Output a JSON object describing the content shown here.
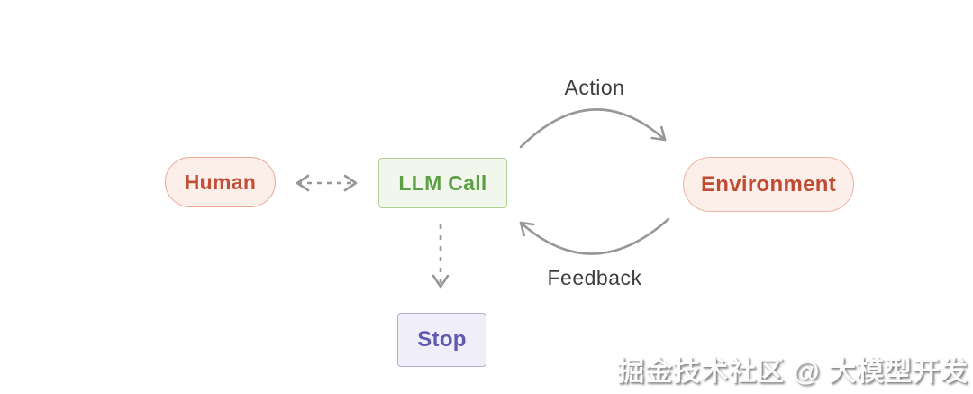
{
  "diagram": {
    "type": "flowchart",
    "nodes": [
      {
        "id": "human",
        "label": "Human",
        "shape": "pill",
        "fill": "#fcefe9",
        "border": "#e9a794",
        "text_color": "#c0503a"
      },
      {
        "id": "llm_call",
        "label": "LLM Call",
        "shape": "rect",
        "fill": "#f1f7ec",
        "border": "#aed094",
        "text_color": "#5d9f45"
      },
      {
        "id": "environment",
        "label": "Environment",
        "shape": "pill",
        "fill": "#fcefe9",
        "border": "#f0b2a1",
        "text_color": "#c04b33"
      },
      {
        "id": "stop",
        "label": "Stop",
        "shape": "rect",
        "fill": "#efeef9",
        "border": "#b3aedd",
        "text_color": "#6059ad"
      }
    ],
    "edges": [
      {
        "from": "llm_call",
        "to": "environment",
        "label": "Action",
        "style": "solid-curved-arrow"
      },
      {
        "from": "environment",
        "to": "llm_call",
        "label": "Feedback",
        "style": "solid-curved-arrow"
      },
      {
        "from": "human",
        "to": "llm_call",
        "label": "",
        "style": "dashed-double-arrow"
      },
      {
        "from": "llm_call",
        "to": "stop",
        "label": "",
        "style": "dashed-arrow"
      }
    ],
    "arrow_color": "#979797",
    "edge_label_color": "#3d3d3d",
    "background": "#ffffff"
  },
  "watermark": {
    "text": "掘金技术社区 @ 大模型开发"
  }
}
